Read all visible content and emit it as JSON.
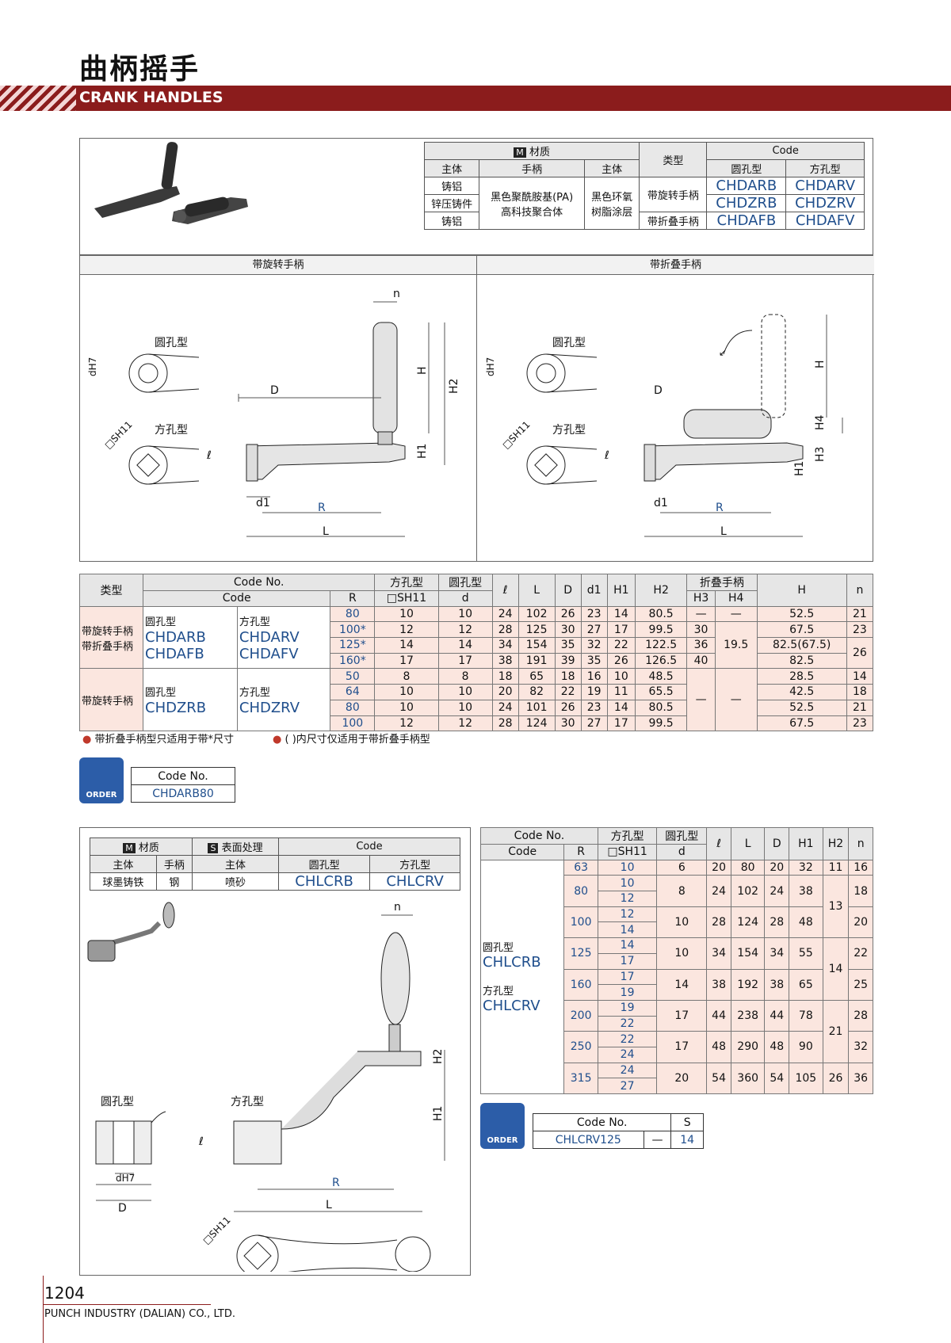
{
  "page": {
    "title_cn": "曲柄摇手",
    "title_en": "CRANK HANDLES",
    "page_number": "1204",
    "company": "PUNCH INDUSTRY (DALIAN) CO., LTD."
  },
  "spec1": {
    "material_label": "材质",
    "material_icon": "M",
    "h_body": "主体",
    "h_handle": "手柄",
    "h_body2": "主体",
    "h_type": "类型",
    "h_code": "Code",
    "h_round": "圆孔型",
    "h_square": "方孔型",
    "rows": [
      {
        "body": "铸铝",
        "type": "带旋转手柄",
        "round": "CHDARB",
        "square": "CHDARV"
      },
      {
        "body": "锌压铸件",
        "type": "",
        "round": "CHDZRB",
        "square": "CHDZRV"
      },
      {
        "body": "铸铝",
        "type": "带折叠手柄",
        "round": "CHDAFB",
        "square": "CHDAFV"
      }
    ],
    "handle": "黑色聚酰胺基(PA)\n高科技聚合体",
    "body2": "黑色环氧\n树脂涂层"
  },
  "drawings": {
    "left_title": "带旋转手柄",
    "right_title": "带折叠手柄",
    "round_type": "圆孔型",
    "square_type": "方孔型",
    "dh7": "dH7",
    "sh11": "□SH11",
    "labels": {
      "n": "n",
      "D": "D",
      "H": "H",
      "H1": "H1",
      "H2": "H2",
      "H3": "H3",
      "H4": "H4",
      "l": "ℓ",
      "d1": "d1",
      "R": "R",
      "L": "L"
    }
  },
  "table1": {
    "h_type": "类型",
    "h_codeno": "Code No.",
    "h_code": "Code",
    "h_R": "R",
    "h_sq": "方孔型",
    "h_sq2": "□SH11",
    "h_rd": "圆孔型",
    "h_rd2": "d",
    "h_l": "ℓ",
    "h_L": "L",
    "h_D": "D",
    "h_d1": "d1",
    "h_H1": "H1",
    "h_H2": "H2",
    "h_fold": "折叠手柄",
    "h_H3": "H3",
    "h_H4": "H4",
    "h_H": "H",
    "h_n": "n",
    "g1_type1": "带旋转手柄",
    "g1_type2": "带折叠手柄",
    "g1_round": "圆孔型",
    "g1_square": "方孔型",
    "g1_codes": [
      "CHDARB",
      "CHDARV",
      "CHDAFB",
      "CHDAFV"
    ],
    "g2_type": "带旋转手柄",
    "g2_round": "圆孔型",
    "g2_square": "方孔型",
    "g2_codes": [
      "CHDZRB",
      "CHDZRV"
    ],
    "rows": [
      {
        "R": "80",
        "s": "10",
        "d": "10",
        "l": "24",
        "L": "102",
        "D": "26",
        "d1": "23",
        "H1": "14",
        "H2": "80.5",
        "H3": "—",
        "H4": "—",
        "H": "52.5",
        "n": "21"
      },
      {
        "R": "100*",
        "s": "12",
        "d": "12",
        "l": "28",
        "L": "125",
        "D": "30",
        "d1": "27",
        "H1": "17",
        "H2": "99.5",
        "H3": "30",
        "H4": "",
        "H": "67.5",
        "n": "23"
      },
      {
        "R": "125*",
        "s": "14",
        "d": "14",
        "l": "34",
        "L": "154",
        "D": "35",
        "d1": "32",
        "H1": "22",
        "H2": "122.5",
        "H3": "36",
        "H4": "19.5",
        "H": "82.5(67.5)",
        "n": "26"
      },
      {
        "R": "160*",
        "s": "17",
        "d": "17",
        "l": "38",
        "L": "191",
        "D": "39",
        "d1": "35",
        "H1": "26",
        "H2": "126.5",
        "H3": "40",
        "H4": "",
        "H": "82.5",
        "n": ""
      },
      {
        "R": "50",
        "s": "8",
        "d": "8",
        "l": "18",
        "L": "65",
        "D": "18",
        "d1": "16",
        "H1": "10",
        "H2": "48.5",
        "H3": "—",
        "H4": "—",
        "H": "28.5",
        "n": "14"
      },
      {
        "R": "64",
        "s": "10",
        "d": "10",
        "l": "20",
        "L": "82",
        "D": "22",
        "d1": "19",
        "H1": "11",
        "H2": "65.5",
        "H3": "",
        "H4": "",
        "H": "42.5",
        "n": "18"
      },
      {
        "R": "80",
        "s": "10",
        "d": "10",
        "l": "24",
        "L": "101",
        "D": "26",
        "d1": "23",
        "H1": "14",
        "H2": "80.5",
        "H3": "",
        "H4": "",
        "H": "52.5",
        "n": "21"
      },
      {
        "R": "100",
        "s": "12",
        "d": "12",
        "l": "28",
        "L": "124",
        "D": "30",
        "d1": "27",
        "H1": "17",
        "H2": "99.5",
        "H3": "",
        "H4": "",
        "H": "67.5",
        "n": "23"
      }
    ],
    "note1": "带折叠手柄型只适用于带*尺寸",
    "note2": "( )内尺寸仅适用于带折叠手柄型"
  },
  "order1": {
    "label": "ORDER",
    "h": "Code No.",
    "v": "CHDARB80"
  },
  "spec2": {
    "material_icon": "M",
    "material_label": "材质",
    "surface_icon": "S",
    "surface_label": "表面处理",
    "h_code": "Code",
    "h_body": "主体",
    "h_handle": "手柄",
    "h_body2": "主体",
    "h_round": "圆孔型",
    "h_square": "方孔型",
    "body": "球墨铸铁",
    "handle": "钢",
    "surface": "喷砂",
    "round": "CHLCRB",
    "square": "CHLCRV"
  },
  "drawing2": {
    "round_type": "圆孔型",
    "square_type": "方孔型",
    "labels": {
      "n": "n",
      "H1": "H1",
      "H2": "H2",
      "l": "ℓ",
      "R": "R",
      "L": "L",
      "D": "D",
      "dH7": "dH7",
      "sh11": "□SH11"
    }
  },
  "table2": {
    "h_codeno": "Code No.",
    "h_code": "Code",
    "h_R": "R",
    "h_sq": "方孔型",
    "h_sq2": "□SH11",
    "h_rd": "圆孔型",
    "h_rd2": "d",
    "h_l": "ℓ",
    "h_L": "L",
    "h_D": "D",
    "h_H1": "H1",
    "h_H2": "H2",
    "h_n": "n",
    "round": "圆孔型",
    "round_code": "CHLCRB",
    "square": "方孔型",
    "square_code": "CHLCRV",
    "groups": [
      {
        "R": "63",
        "S": [
          "10"
        ],
        "d": "6",
        "l": "20",
        "L": "80",
        "D": "20",
        "H1": "32",
        "H2": "11",
        "n": "16"
      },
      {
        "R": "80",
        "S": [
          "10",
          "12"
        ],
        "d": "8",
        "l": "24",
        "L": "102",
        "D": "24",
        "H1": "38",
        "H2": "13",
        "n": "18"
      },
      {
        "R": "100",
        "S": [
          "12",
          "14"
        ],
        "d": "10",
        "l": "28",
        "L": "124",
        "D": "28",
        "H1": "48",
        "H2": "",
        "n": "20"
      },
      {
        "R": "125",
        "S": [
          "14",
          "17"
        ],
        "d": "10",
        "l": "34",
        "L": "154",
        "D": "34",
        "H1": "55",
        "H2": "14",
        "n": "22"
      },
      {
        "R": "160",
        "S": [
          "17",
          "19"
        ],
        "d": "14",
        "l": "38",
        "L": "192",
        "D": "38",
        "H1": "65",
        "H2": "",
        "n": "25"
      },
      {
        "R": "200",
        "S": [
          "19",
          "22"
        ],
        "d": "17",
        "l": "44",
        "L": "238",
        "D": "44",
        "H1": "78",
        "H2": "21",
        "n": "28"
      },
      {
        "R": "250",
        "S": [
          "22",
          "24"
        ],
        "d": "17",
        "l": "48",
        "L": "290",
        "D": "48",
        "H1": "90",
        "H2": "",
        "n": "32"
      },
      {
        "R": "315",
        "S": [
          "24",
          "27"
        ],
        "d": "20",
        "l": "54",
        "L": "360",
        "D": "54",
        "H1": "105",
        "H2": "26",
        "n": "36"
      }
    ]
  },
  "order2": {
    "label": "ORDER",
    "h_code": "Code No.",
    "h_S": "S",
    "code": "CHLCRV125",
    "dash": "—",
    "S": "14"
  }
}
